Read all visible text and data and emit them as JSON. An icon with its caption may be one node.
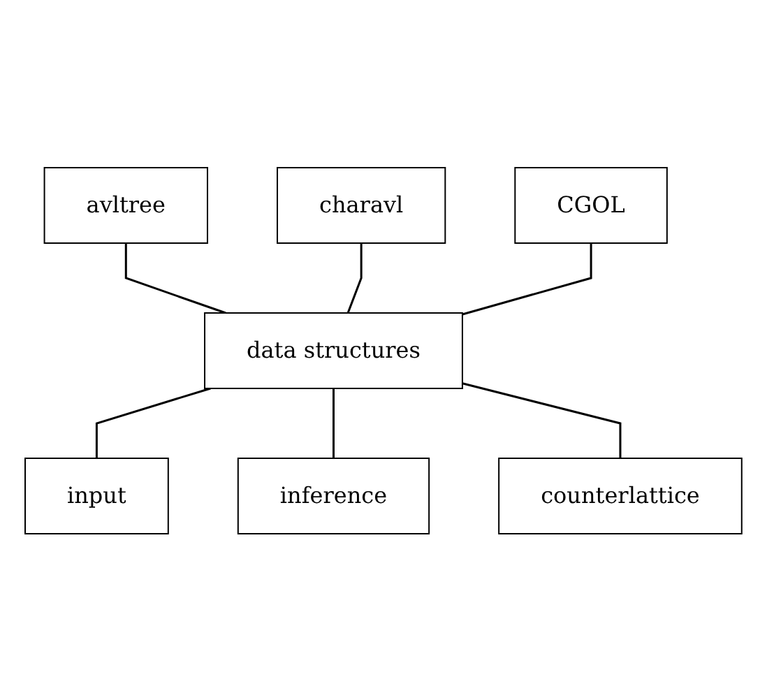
{
  "diagram": {
    "nodes": [
      {
        "text": [
          "avltree"
        ]
      },
      {
        "text": [
          "charavl"
        ]
      },
      {
        "text": [
          "CGOL"
        ]
      },
      {
        "text": [
          "data structures"
        ]
      },
      {
        "text": [
          "input"
        ]
      },
      {
        "text": [
          "inference"
        ]
      },
      {
        "text": [
          "counterlattice"
        ]
      }
    ],
    "edges": [
      {
        "from": 0,
        "to": 3,
        "arrow": "none"
      },
      {
        "from": 1,
        "to": 3,
        "arrow": "none"
      },
      {
        "from": 2,
        "to": 3,
        "arrow": "none"
      },
      {
        "from": 3,
        "to": 4,
        "arrow": "none"
      },
      {
        "from": 3,
        "to": 5,
        "arrow": "none"
      },
      {
        "from": 3,
        "to": 6,
        "arrow": "none"
      }
    ]
  }
}
